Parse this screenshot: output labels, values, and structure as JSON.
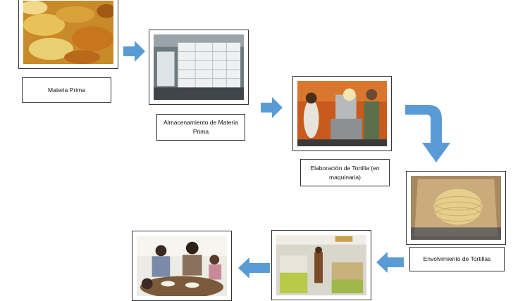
{
  "colors": {
    "arrow": "#5b9bd5",
    "border": "#333333"
  },
  "steps": [
    {
      "label": "Materia Prima",
      "image": "corn-photo"
    },
    {
      "label": "Almacenamiento de Materia Prima",
      "image": "warehouse-sacks-photo"
    },
    {
      "label": "Elaboración de Tortilla (en maquinaria)",
      "image": "tortilla-machine-photo"
    },
    {
      "label": "Envolvimiento de Tortillas",
      "image": "wrapped-tortillas-photo"
    },
    {
      "label": "",
      "image": "tortilleria-shop-photo"
    },
    {
      "label": "",
      "image": "family-dinner-photo"
    }
  ]
}
